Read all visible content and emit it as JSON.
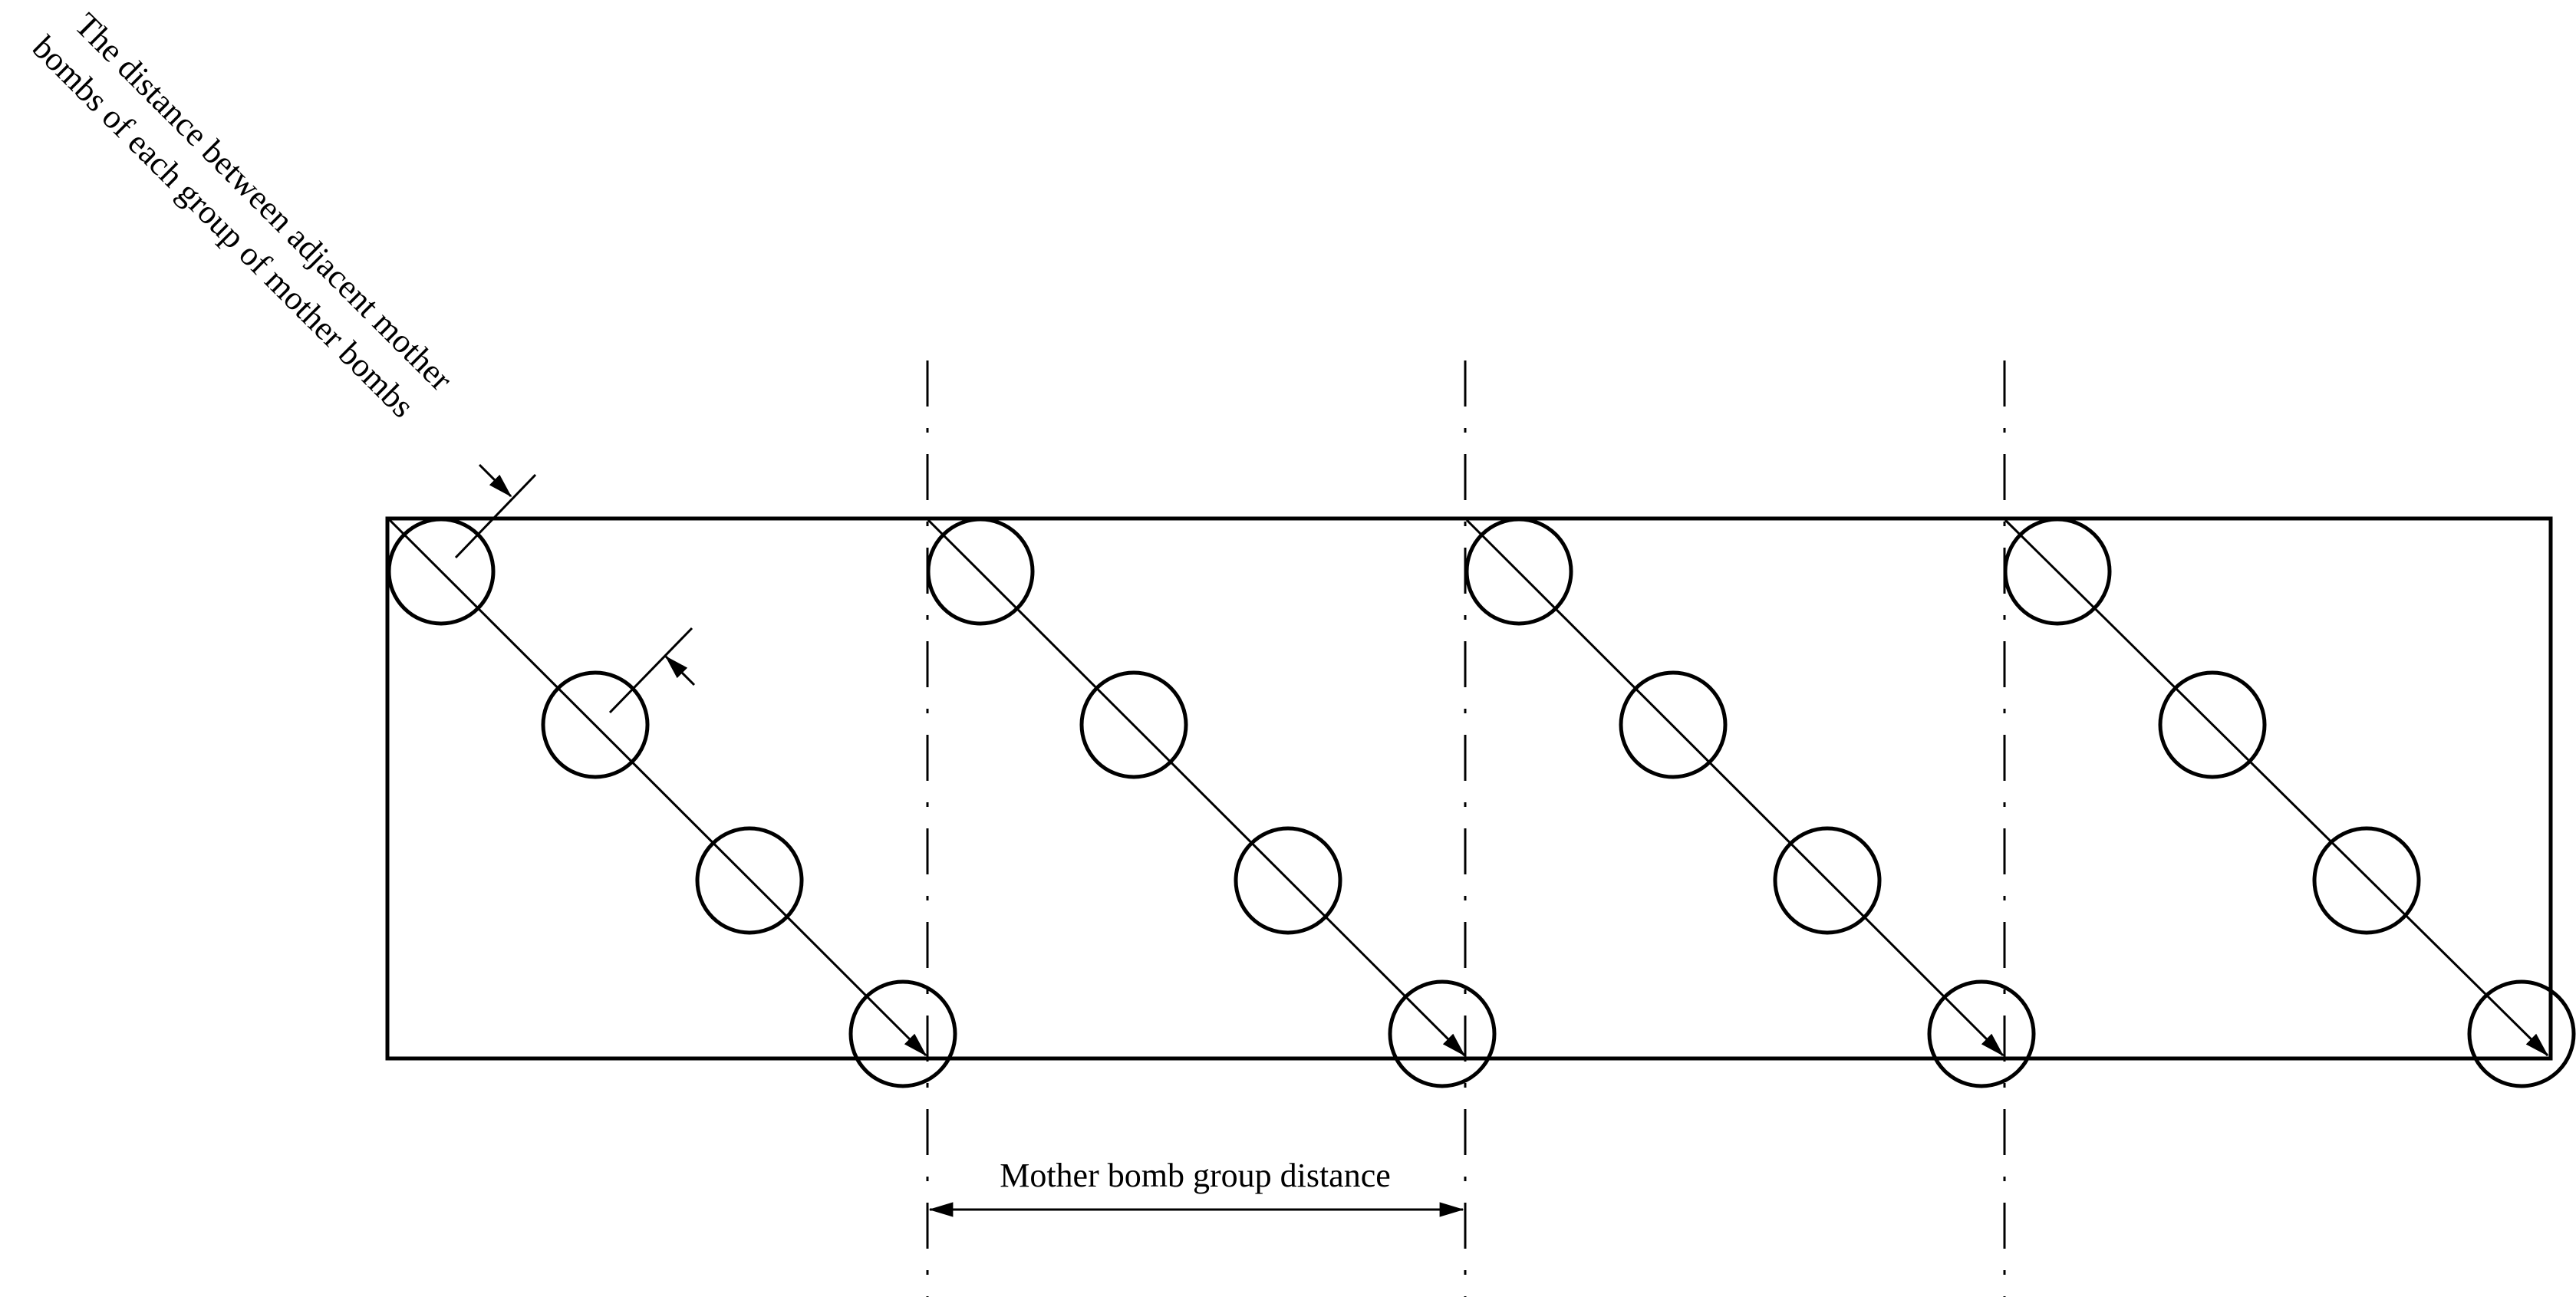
{
  "labels": {
    "adjacent_distance_line1": "The distance between adjacent mother",
    "adjacent_distance_line2": "bombs of each group of mother bombs",
    "group_distance": "Mother bomb group distance"
  },
  "layout_model": {
    "group_count": 4,
    "bombs_per_group": 4
  },
  "colors": {
    "stroke": "#000000",
    "background": "#ffffff"
  }
}
